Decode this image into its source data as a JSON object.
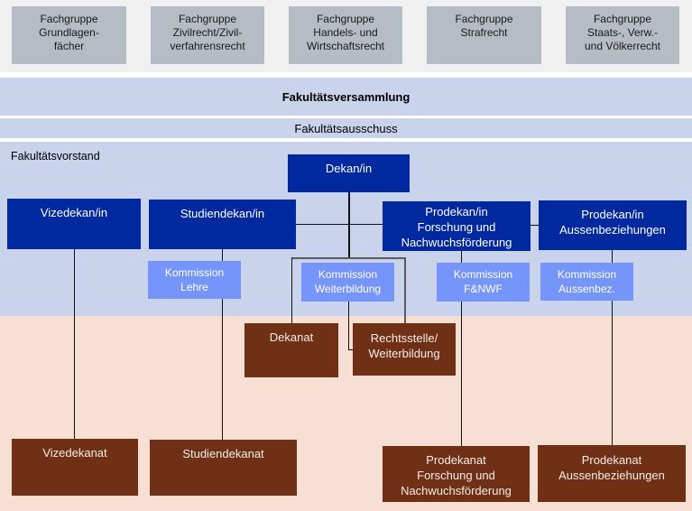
{
  "fachgruppen": [
    {
      "label": "Fachgruppe\nGrundlagen-\nfächer"
    },
    {
      "label": "Fachgruppe\nZivilrecht/Zivil-\nverfahrensrecht"
    },
    {
      "label": "Fachgruppe\nHandels- und\nWirtschaftsrecht"
    },
    {
      "label": "Fachgruppe\nStrafrecht"
    },
    {
      "label": "Fachgruppe\nStaats-, Verw.-\nund Völkerrecht"
    }
  ],
  "fakultaetsversammlung": "Fakultätsversammlung",
  "fakultaetsausschuss": "Fakultätsausschuss",
  "fakultaetsvorstand": {
    "label": "Fakultätsvorstand",
    "dekan": "Dekan/in",
    "vizedekan": "Vizedekan/in",
    "studiendekan": "Studiendekan/in",
    "prodekan_forschung": "Prodekan/in\nForschung und\nNachwuchsförderung",
    "prodekan_aussen": "Prodekan/in\nAussenbeziehungen"
  },
  "kommissionen": {
    "lehre": "Kommission\nLehre",
    "weiterbildung": "Kommission\nWeiterbildung",
    "fnwf": "Kommission\nF&NWF",
    "aussen": "Kommission\nAussenbez."
  },
  "verwaltung": {
    "dekanat": "Dekanat",
    "rechtsstelle": "Rechtsstelle/\nWeiterbildung",
    "vizedekanat": "Vizedekanat",
    "studiendekanat": "Studiendekanat",
    "prodekanat_forschung": "Prodekanat\nForschung und\nNachwuchsförderung",
    "prodekanat_aussen": "Prodekanat\nAussenbeziehungen"
  },
  "colors": {
    "leadership_box": "#0029a0",
    "commission_box": "#7595fb",
    "office_box": "#6f3015",
    "fachgruppe_box": "#b5bcc4",
    "governance_band": "#cad3ec",
    "administration_band": "#f8dfd4"
  }
}
